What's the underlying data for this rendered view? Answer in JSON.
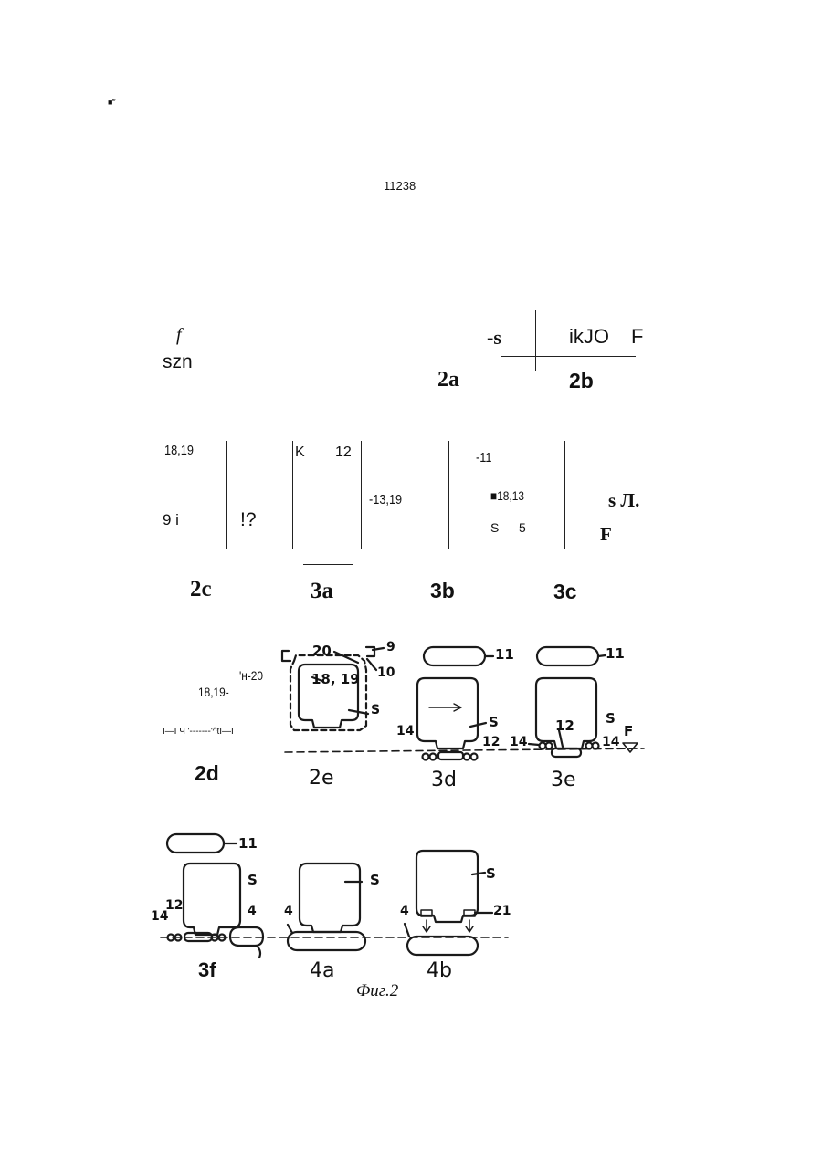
{
  "header": {
    "corner_mark": "■‴",
    "page_number": "11238"
  },
  "row1": {
    "f_label": "f",
    "szn_label": "szn",
    "s_label": "-s",
    "ikjo_label": "ikJO",
    "f_right_label": "F",
    "fig_2a": "2a",
    "fig_2b": "2b"
  },
  "row2": {
    "label_18_19": "18,19",
    "label_9i": "9 i",
    "label_excl": "!?",
    "label_k": "K",
    "label_12": "12",
    "label_13_19": "-13,19",
    "label_11": "-11",
    "label_18_13": "■18,13",
    "label_s": "S",
    "label_5": "5",
    "label_sl": "s Л.",
    "label_f": "F",
    "fig_2c": "2c",
    "fig_3a": "3a",
    "fig_3b": "3b",
    "fig_3c": "3c"
  },
  "row3": {
    "label_h20": "'н-20",
    "label_18_19": "18,19-",
    "label_dash_line": "I—ГЧ '-------'^tI—I",
    "fig_2d": "2d",
    "e_20": "20",
    "e_9": "9",
    "e_10": "10",
    "e_18_19": "18, 19",
    "e_s": "S",
    "fig_2e": "2e",
    "d_11": "11",
    "d_s": "S",
    "d_14": "14",
    "d_12": "12",
    "fig_3d": "3d",
    "ee_11": "11",
    "ee_12": "12",
    "ee_s": "S",
    "ee_14a": "14",
    "ee_14b": "14",
    "ee_f": "F",
    "fig_3e": "3e"
  },
  "row4": {
    "f_11": "11",
    "f_s": "S",
    "f_12": "12",
    "f_14": "14",
    "f_4": "4",
    "fig_3f": "3f",
    "a_4": "4",
    "a_s": "S",
    "fig_4a": "4a",
    "b_s": "S",
    "b_21": "21",
    "b_4": "4",
    "fig_4b": "4b",
    "caption": "Фиг.2"
  }
}
